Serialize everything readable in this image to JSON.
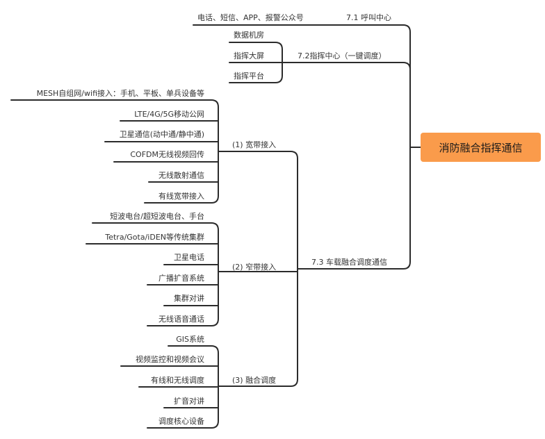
{
  "root": {
    "label": "消防融合指挥通信"
  },
  "branches": {
    "b1": {
      "label": "7.1 呼叫中心",
      "children": [
        "电话、短信、APP、报警公众号"
      ]
    },
    "b2": {
      "label": "7.2指挥中心（一键调度）",
      "children": [
        "数据机房",
        "指挥大屏",
        "指挥平台"
      ]
    },
    "b3": {
      "label": "7.3 车载融合调度通信",
      "groups": [
        {
          "label": "(1)  宽带接入",
          "children": [
            "MESH自组网/wifi接入：手机、平板、单兵设备等",
            "LTE/4G/5G移动公网",
            "卫星通信(动中通/静中通)",
            "COFDM无线视频回传",
            "无线散射通信",
            "有线宽带接入"
          ]
        },
        {
          "label": "(2)  窄带接入",
          "children": [
            "短波电台/超短波电台、手台",
            "Tetra/Gota/iDEN等传统集群",
            "卫星电话",
            "广播扩音系统",
            "集群对讲",
            "无线语音通话"
          ]
        },
        {
          "label": "(3)  融合调度",
          "children": [
            "GIS系统",
            "视频监控和视频会议",
            "有线和无线调度",
            "扩音对讲",
            "调度核心设备"
          ]
        }
      ]
    }
  }
}
